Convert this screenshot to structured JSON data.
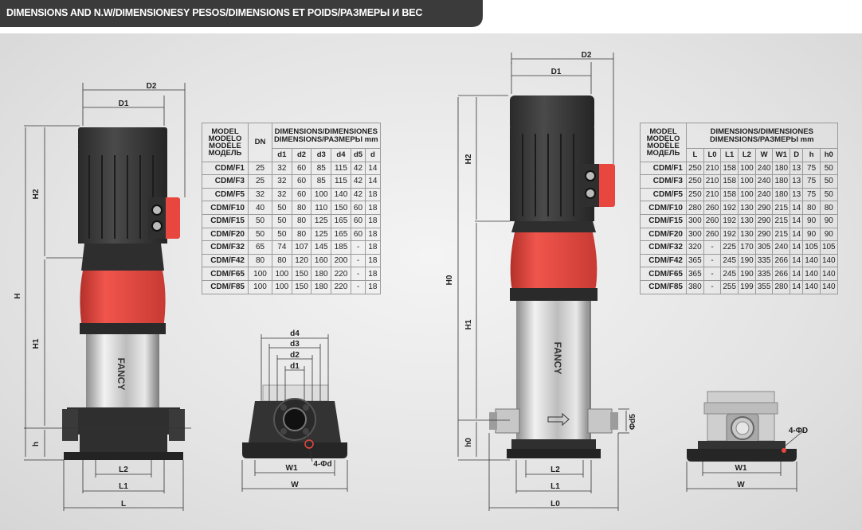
{
  "header": {
    "title": "DIMENSIONS AND N.W/DIMENSIONESY PESOS/DIMENSIONS ET POIDS/РАЗМЕРЫ И ВЕС"
  },
  "colors": {
    "header_bg": "#3b3b3b",
    "pump_red": "#e8473f",
    "motor_dark": "#333333",
    "steel": "#c9c9c9"
  },
  "brand": "FANCY",
  "left_drawing": {
    "labels": {
      "D2": "D2",
      "D1": "D1",
      "H2": "H2",
      "H": "H",
      "H1": "H1",
      "h": "h",
      "L2": "L2",
      "L1": "L1",
      "L": "L"
    }
  },
  "left_flange": {
    "labels": {
      "d4": "d4",
      "d3": "d3",
      "d2": "d2",
      "d1": "d1",
      "W1": "W1",
      "W": "W",
      "bolts": "4-Φd"
    }
  },
  "right_drawing": {
    "labels": {
      "D2": "D2",
      "D1": "D1",
      "H2": "H2",
      "H0": "H0",
      "H1": "H1",
      "h0": "h0",
      "d5": "Φd5",
      "L2": "L2",
      "L1": "L1",
      "L0": "L0"
    }
  },
  "right_flange": {
    "labels": {
      "W1": "W1",
      "W": "W",
      "bolts": "4-ΦD"
    }
  },
  "table_left": {
    "model_header": [
      "MODEL",
      "MODELO",
      "MODÈLE",
      "МОДЕЛЬ"
    ],
    "dn_header": "DN",
    "dim_header_1": "DIMENSIONS/DIMENSIONES",
    "dim_header_2": "DIMENSIONS/РАЗМЕРЫ mm",
    "columns": [
      "d1",
      "d2",
      "d3",
      "d4",
      "d5",
      "d"
    ],
    "rows": [
      {
        "model": "CDM/F1",
        "cells": [
          "25",
          "32",
          "60",
          "85",
          "115",
          "42",
          "14"
        ]
      },
      {
        "model": "CDM/F3",
        "cells": [
          "25",
          "32",
          "60",
          "85",
          "115",
          "42",
          "14"
        ]
      },
      {
        "model": "CDM/F5",
        "cells": [
          "32",
          "32",
          "60",
          "100",
          "140",
          "42",
          "18"
        ]
      },
      {
        "model": "CDM/F10",
        "cells": [
          "40",
          "50",
          "80",
          "110",
          "150",
          "60",
          "18"
        ]
      },
      {
        "model": "CDM/F15",
        "cells": [
          "50",
          "50",
          "80",
          "125",
          "165",
          "60",
          "18"
        ]
      },
      {
        "model": "CDM/F20",
        "cells": [
          "50",
          "50",
          "80",
          "125",
          "165",
          "60",
          "18"
        ]
      },
      {
        "model": "CDM/F32",
        "cells": [
          "65",
          "74",
          "107",
          "145",
          "185",
          "-",
          "18"
        ]
      },
      {
        "model": "CDM/F42",
        "cells": [
          "80",
          "80",
          "120",
          "160",
          "200",
          "-",
          "18"
        ]
      },
      {
        "model": "CDM/F65",
        "cells": [
          "100",
          "100",
          "150",
          "180",
          "220",
          "-",
          "18"
        ]
      },
      {
        "model": "CDM/F85",
        "cells": [
          "100",
          "100",
          "150",
          "180",
          "220",
          "-",
          "18"
        ]
      }
    ]
  },
  "table_right": {
    "model_header": [
      "MODEL",
      "MODELO",
      "MODÈLE",
      "МОДЕЛЬ"
    ],
    "dim_header_1": "DIMENSIONS/DIMENSIONES",
    "dim_header_2": "DIMENSIONS/РАЗМЕРЫ mm",
    "columns": [
      "L",
      "L0",
      "L1",
      "L2",
      "W",
      "W1",
      "D",
      "h",
      "h0"
    ],
    "rows": [
      {
        "model": "CDM/F1",
        "cells": [
          "250",
          "210",
          "158",
          "100",
          "240",
          "180",
          "13",
          "75",
          "50"
        ]
      },
      {
        "model": "CDM/F3",
        "cells": [
          "250",
          "210",
          "158",
          "100",
          "240",
          "180",
          "13",
          "75",
          "50"
        ]
      },
      {
        "model": "CDM/F5",
        "cells": [
          "250",
          "210",
          "158",
          "100",
          "240",
          "180",
          "13",
          "75",
          "50"
        ]
      },
      {
        "model": "CDM/F10",
        "cells": [
          "280",
          "260",
          "192",
          "130",
          "290",
          "215",
          "14",
          "80",
          "80"
        ]
      },
      {
        "model": "CDM/F15",
        "cells": [
          "300",
          "260",
          "192",
          "130",
          "290",
          "215",
          "14",
          "90",
          "90"
        ]
      },
      {
        "model": "CDM/F20",
        "cells": [
          "300",
          "260",
          "192",
          "130",
          "290",
          "215",
          "14",
          "90",
          "90"
        ]
      },
      {
        "model": "CDM/F32",
        "cells": [
          "320",
          "-",
          "225",
          "170",
          "305",
          "240",
          "14",
          "105",
          "105"
        ]
      },
      {
        "model": "CDM/F42",
        "cells": [
          "365",
          "-",
          "245",
          "190",
          "335",
          "266",
          "14",
          "140",
          "140"
        ]
      },
      {
        "model": "CDM/F65",
        "cells": [
          "365",
          "-",
          "245",
          "190",
          "335",
          "266",
          "14",
          "140",
          "140"
        ]
      },
      {
        "model": "CDM/F85",
        "cells": [
          "380",
          "-",
          "255",
          "199",
          "355",
          "280",
          "14",
          "140",
          "140"
        ]
      }
    ]
  }
}
